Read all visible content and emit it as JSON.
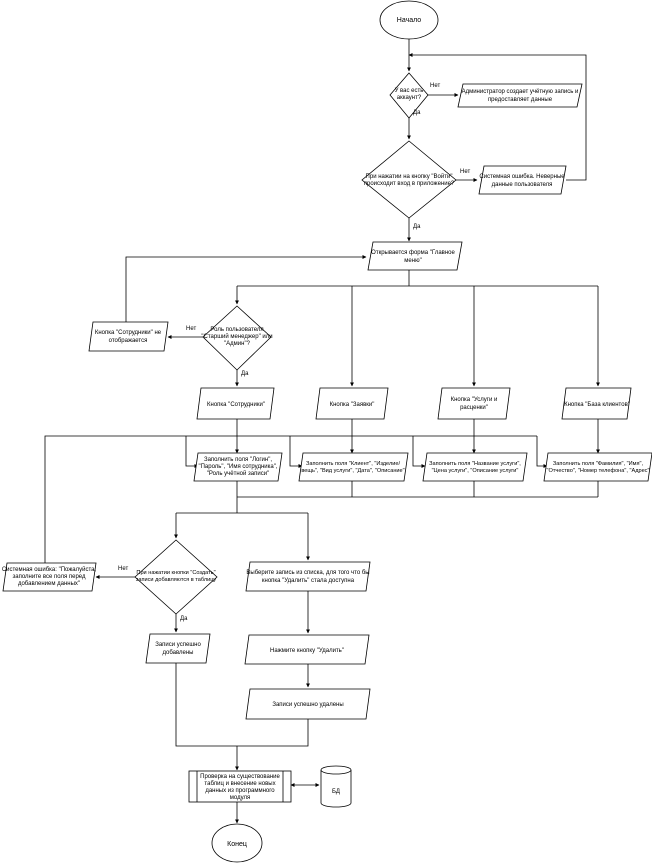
{
  "nodes": {
    "start": [
      "Начало"
    ],
    "d_account": [
      "У вас есть",
      "аккаунт?"
    ],
    "admin_creates": [
      "Администратор создает учётную запись и",
      "предоставляет данные"
    ],
    "d_login": [
      "При нажатии на кнопку \"Войти\"",
      "происходит вход в приложение?"
    ],
    "err_login": [
      "Системная ошибка. Неверные",
      "данные пользователя"
    ],
    "main_menu": [
      "Открывается форма \"Главное",
      "меню\""
    ],
    "d_role": [
      "Роль пользователя",
      "\"Старший менеджер\" или",
      "\"Админ\"?"
    ],
    "no_staff_btn": [
      "Кнопка \"Сотрудники\" не",
      "отображается"
    ],
    "btn_staff": [
      "Кнопка \"Сотрудники\""
    ],
    "btn_orders": [
      "Кнопка \"Заявки\""
    ],
    "btn_services": [
      "Кнопка \"Услуги и",
      "расценки\""
    ],
    "btn_clients": [
      "Кнопка \"База клиентов\""
    ],
    "fill_staff": [
      "Заполнить поля \"Логин\",",
      "\"Пароль\", \"Имя сотрудника\",",
      "\"Роль учётной записи\""
    ],
    "fill_orders": [
      "Заполнить поля \"Клиент\", \"Изделие/",
      "вещь\", \"Вид услуги\", \"Дата\", \"Описание\""
    ],
    "fill_services": [
      "Заполнить поля \"Название услуги\",",
      "\"Цена услуги\", \"Описание услуги\""
    ],
    "fill_clients": [
      "Заполнить поля \"Фамилия\", \"Имя\",",
      "\"Отчество\", \"Номер телефона\", \"Адрес\""
    ],
    "err_fields": [
      "Системная ошибка: \"Пожалуйста,",
      "заполните все поля перед",
      "добавлением данных\""
    ],
    "d_create": [
      "При нажатии кнопки \"Создать\"",
      "записи добавляются в таблицу"
    ],
    "select_record": [
      "Выберите запись из списка, для того что бы",
      "кнопка \"Удалить\" стала доступна"
    ],
    "press_delete": [
      "Нажмите кнопку \"Удалить\""
    ],
    "deleted": [
      "Записи успешно удалены"
    ],
    "added": [
      "Записи успешно",
      "добавлены"
    ],
    "check_tables": [
      "Проверка на существование",
      "таблиц и внесение новых",
      "данных из программного",
      "модуля"
    ],
    "db": [
      "БД"
    ],
    "end": [
      "Конец"
    ]
  },
  "edge_labels": {
    "no": "Нет",
    "yes": "Да"
  }
}
